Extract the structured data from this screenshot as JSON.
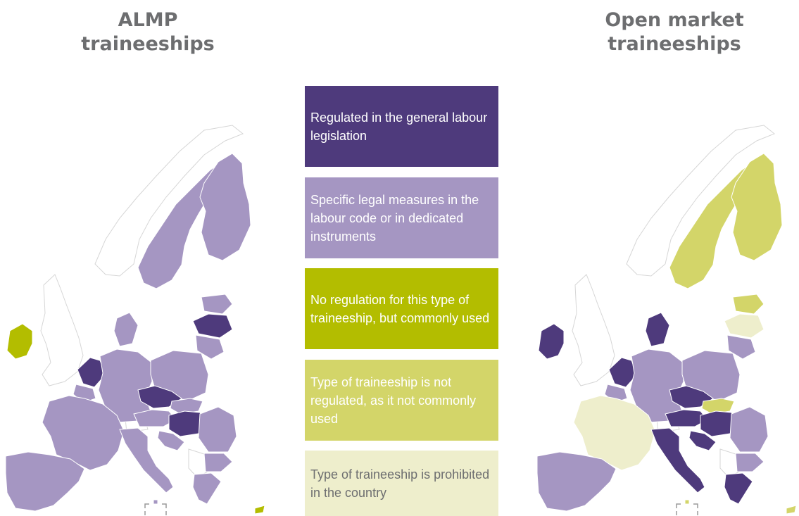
{
  "titles": {
    "left_line1": "ALMP",
    "left_line2": "traineeships",
    "right_line1": "Open market",
    "right_line2": "traineeships"
  },
  "legend": [
    {
      "label": "Regulated in the general labour legislation",
      "color": "#4e3a7c"
    },
    {
      "label": "Specific legal measures in the labour code or in dedicated instruments",
      "color": "#a596c2"
    },
    {
      "label": "No regulation for this type of traineeship, but commonly used",
      "color": "#b3bd00"
    },
    {
      "label": "Type of traineeship is not regulated, as it not commonly used",
      "color": "#d3d569"
    },
    {
      "label": "Type of traineeship is prohibited in the country",
      "color": "#eeeecc"
    }
  ],
  "colors": {
    "non_eu": "#ffffff",
    "border": "#ffffff",
    "outline": "#d6d6d6"
  },
  "maps": {
    "almp": {
      "ireland": "#b3bd00",
      "nordic": "#a596c2",
      "finland": "#a596c2",
      "baltics_north": "#a596c2",
      "latvia": "#4e3a7c",
      "lithuania": "#a596c2",
      "denmark": "#a596c2",
      "netherlands": "#4e3a7c",
      "germany": "#a596c2",
      "poland": "#a596c2",
      "czech": "#4e3a7c",
      "slovakia": "#a596c2",
      "hungary": "#4e3a7c",
      "france": "#a596c2",
      "iberia": "#a596c2",
      "italy": "#a596c2",
      "austria": "#a596c2",
      "romania": "#a596c2",
      "bulgaria": "#a596c2",
      "greece": "#a596c2",
      "croatia": "#a596c2",
      "cyprus": "#b3bd00",
      "malta": "#a596c2"
    },
    "open_market": {
      "ireland": "#4e3a7c",
      "nordic": "#d3d569",
      "finland": "#d3d569",
      "baltics_north": "#d3d569",
      "latvia": "#eeeecc",
      "lithuania": "#a596c2",
      "denmark": "#4e3a7c",
      "netherlands": "#4e3a7c",
      "germany": "#a596c2",
      "poland": "#a596c2",
      "czech": "#4e3a7c",
      "slovakia": "#d3d569",
      "hungary": "#4e3a7c",
      "france": "#eeeecc",
      "iberia": "#a596c2",
      "italy": "#4e3a7c",
      "austria": "#4e3a7c",
      "romania": "#a596c2",
      "bulgaria": "#a596c2",
      "greece": "#4e3a7c",
      "croatia": "#4e3a7c",
      "cyprus": "#d3d569",
      "malta": "#d3d569"
    }
  }
}
